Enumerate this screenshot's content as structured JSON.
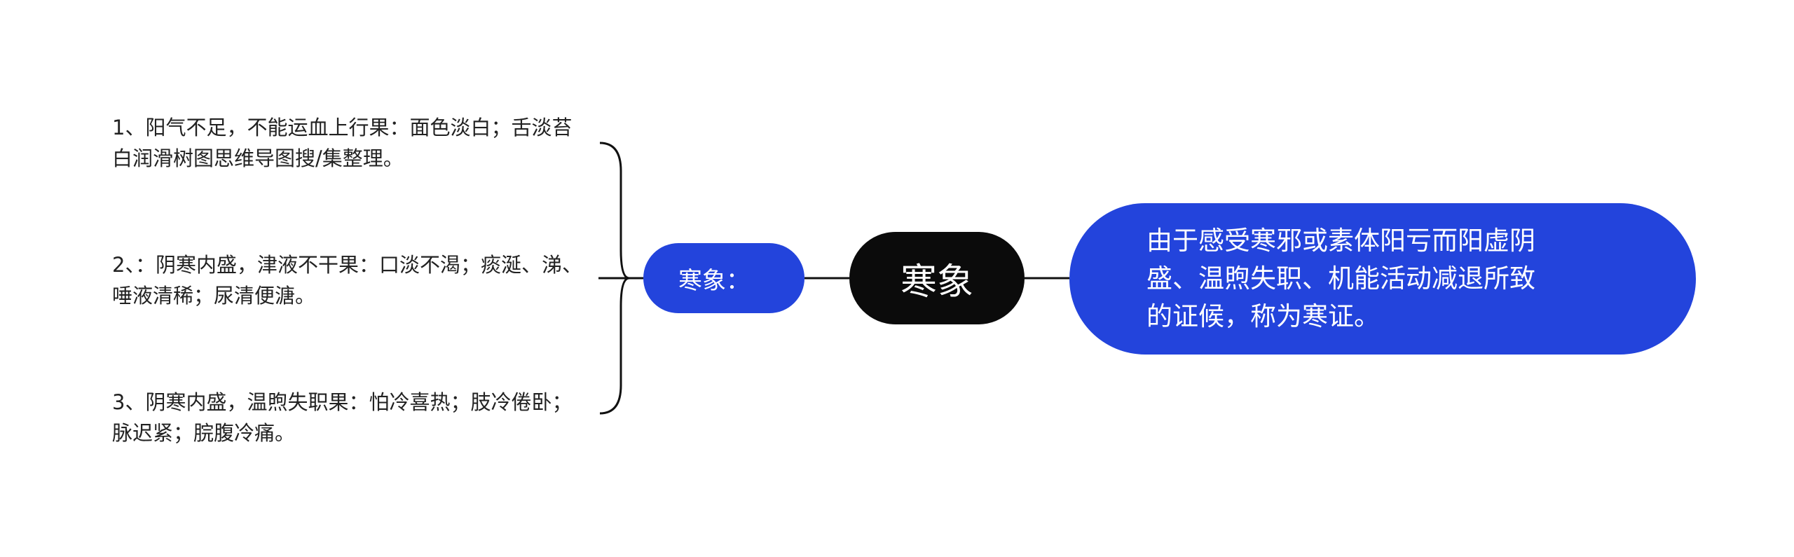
{
  "root": {
    "label": "寒象"
  },
  "left_branch": {
    "label": "寒象：",
    "children": [
      {
        "text": "1、阳气不足，不能运血上行果：面色淡白；舌淡苔白润滑树图思维导图搜/集整理。"
      },
      {
        "text": "2、：阴寒内盛，津液不干果：口淡不渴；痰涎、涕、唾液清稀；尿清便溏。"
      },
      {
        "text": "3、阴寒内盛，温煦失职果：怕冷喜热；肢冷倦卧；脉迟紧；脘腹冷痛。"
      }
    ]
  },
  "right_branch": {
    "lines": [
      "由于感受寒邪或素体阳亏而阳虚阴",
      "盛、温煦失职、机能活动减退所致",
      "的证候，称为寒证。"
    ]
  },
  "colors": {
    "root_fill": "#0b0b0b",
    "branch_fill": "#2344dc",
    "connector": "#111111",
    "leaf_text": "#222222"
  }
}
